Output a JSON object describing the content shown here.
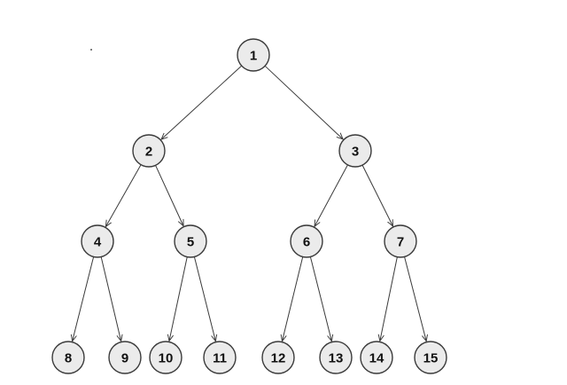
{
  "tree": {
    "nodes": [
      {
        "id": "1",
        "label": "1"
      },
      {
        "id": "2",
        "label": "2"
      },
      {
        "id": "3",
        "label": "3"
      },
      {
        "id": "4",
        "label": "4"
      },
      {
        "id": "5",
        "label": "5"
      },
      {
        "id": "6",
        "label": "6"
      },
      {
        "id": "7",
        "label": "7"
      },
      {
        "id": "8",
        "label": "8"
      },
      {
        "id": "9",
        "label": "9"
      },
      {
        "id": "10",
        "label": "10"
      },
      {
        "id": "11",
        "label": "11"
      },
      {
        "id": "12",
        "label": "12"
      },
      {
        "id": "13",
        "label": "13"
      },
      {
        "id": "14",
        "label": "14"
      },
      {
        "id": "15",
        "label": "15"
      }
    ],
    "edges": [
      {
        "from": "1",
        "to": "2"
      },
      {
        "from": "1",
        "to": "3"
      },
      {
        "from": "2",
        "to": "4"
      },
      {
        "from": "2",
        "to": "5"
      },
      {
        "from": "3",
        "to": "6"
      },
      {
        "from": "3",
        "to": "7"
      },
      {
        "from": "4",
        "to": "8"
      },
      {
        "from": "4",
        "to": "9"
      },
      {
        "from": "5",
        "to": "10"
      },
      {
        "from": "5",
        "to": "11"
      },
      {
        "from": "6",
        "to": "12"
      },
      {
        "from": "6",
        "to": "13"
      },
      {
        "from": "7",
        "to": "14"
      },
      {
        "from": "7",
        "to": "15"
      }
    ]
  },
  "colors": {
    "node_fill": "#ebebeb",
    "node_stroke": "#3a3a3a",
    "edge": "#3a3a3a",
    "label": "#111111"
  }
}
